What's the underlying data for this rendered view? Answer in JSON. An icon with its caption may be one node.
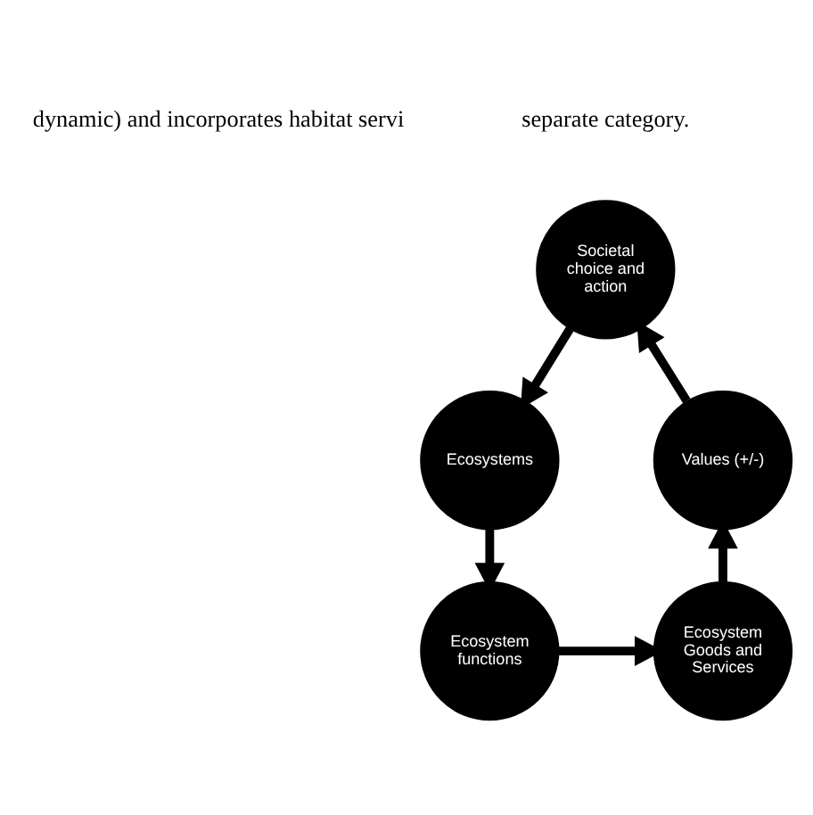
{
  "diagram": {
    "nodes": [
      {
        "text": [
          "Societal choice and action"
        ]
      },
      {
        "text": [
          "Ecosystems"
        ]
      },
      {
        "text": [
          "Ecosystem functions"
        ]
      },
      {
        "text": [
          "Ecosystem Goods and Services"
        ]
      },
      {
        "text": [
          "Values (+/-)"
        ]
      }
    ],
    "edges": [
      {
        "from": 0,
        "to": 1,
        "arrow": "to"
      },
      {
        "from": 1,
        "to": 2,
        "arrow": "to"
      },
      {
        "from": 2,
        "to": 3,
        "arrow": "to"
      },
      {
        "from": 3,
        "to": 4,
        "arrow": "to"
      },
      {
        "from": 4,
        "to": 0,
        "arrow": "to"
      }
    ],
    "labels": [
      "dynamic) and incorporates habitat servi",
      "separate category."
    ]
  }
}
